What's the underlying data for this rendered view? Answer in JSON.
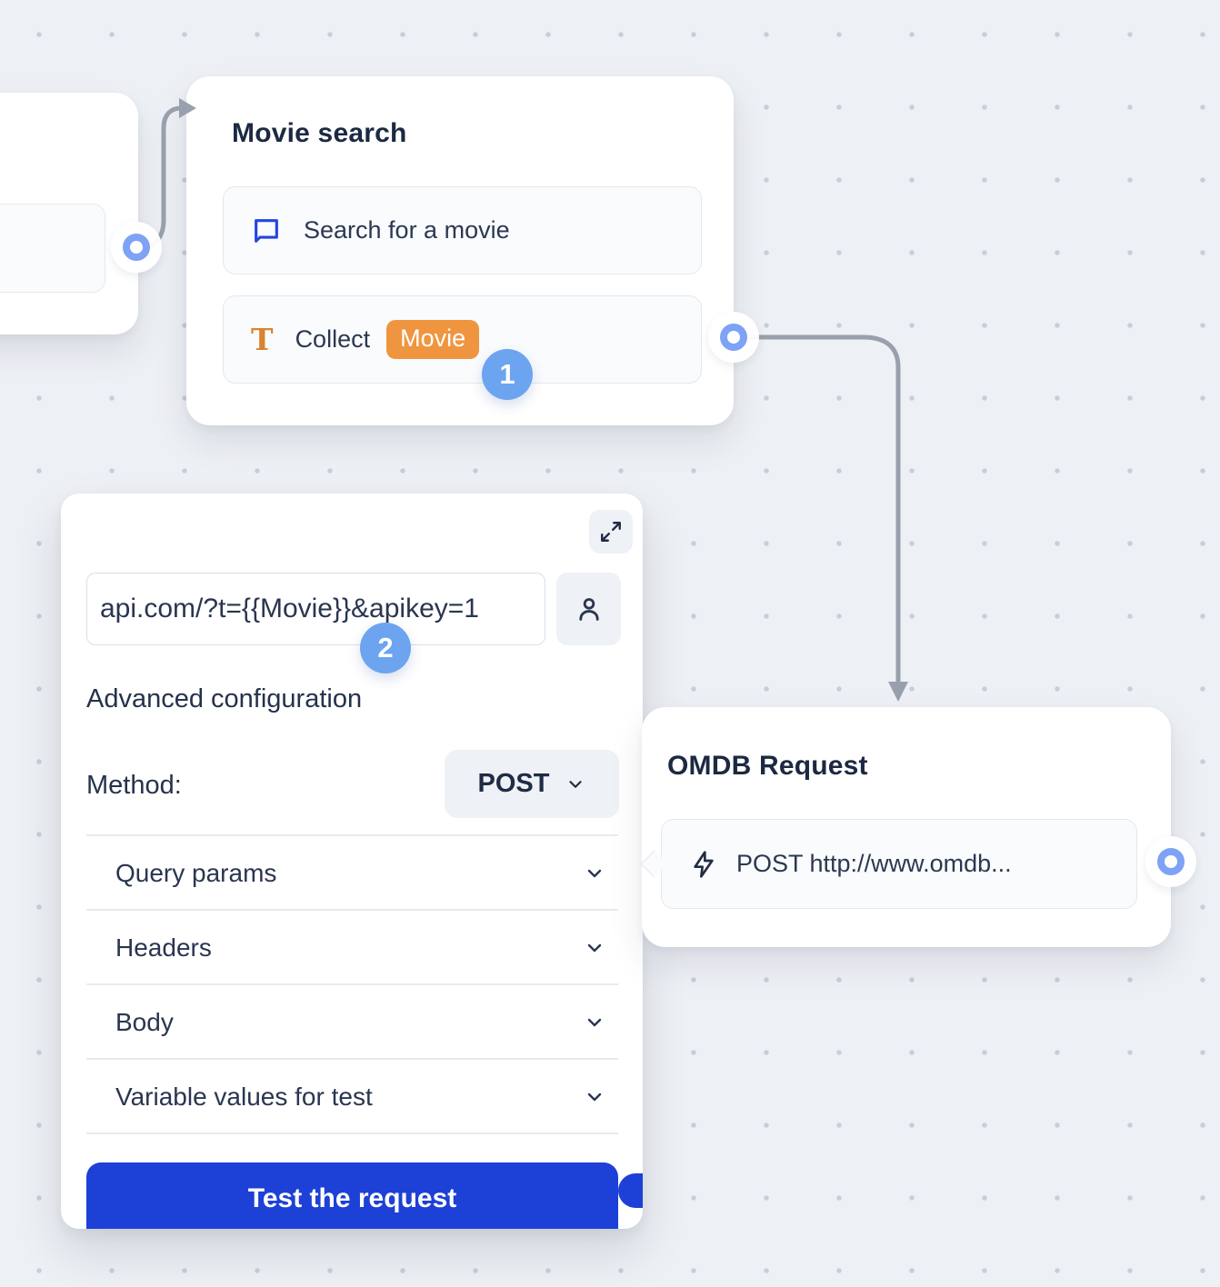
{
  "canvas": {
    "background": "#edf0f4",
    "dot_color": "#c6cedb",
    "connector_color": "#98a0ad"
  },
  "nodes": {
    "movie_search": {
      "title": "Movie search",
      "items": [
        {
          "icon": "chat-bubble-icon",
          "label": "Search for a movie"
        },
        {
          "icon": "text-input-icon",
          "label": "Collect",
          "variable_tag": "Movie"
        }
      ]
    },
    "omdb_request": {
      "title": "OMDB Request",
      "items": [
        {
          "icon": "lightning-icon",
          "label": "POST http://www.omdb..."
        }
      ]
    }
  },
  "panel": {
    "url_input": {
      "value": "api.com/?t={{Movie}}&apikey=1"
    },
    "advanced_toggle_label": "Advanced configuration",
    "toggle_state": "on",
    "method_label": "Method:",
    "method_value": "POST",
    "sections": [
      "Query params",
      "Headers",
      "Body",
      "Variable values for test"
    ],
    "test_button_label": "Test the request"
  },
  "badges": [
    {
      "value": "1"
    },
    {
      "value": "2"
    }
  ],
  "colors": {
    "accent_blue": "#1d40d6",
    "badge_blue": "#6ca4ef",
    "port_blue": "#7ea2f5",
    "tag_orange": "#f0953f",
    "title_navy": "#1c2942"
  }
}
